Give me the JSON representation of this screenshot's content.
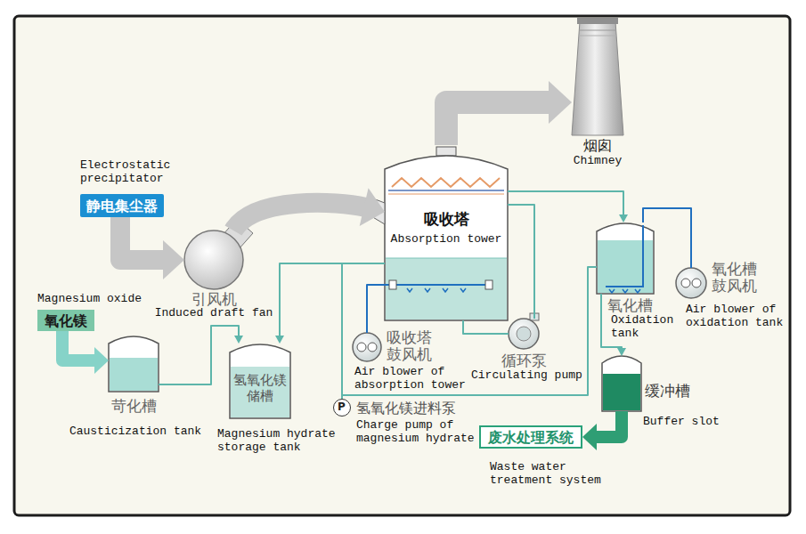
{
  "diagram": {
    "nodes": [
      {
        "text": [
          "Electrostatic precipitator",
          "静电集尘器"
        ]
      },
      {
        "text": [
          "引风机",
          "Induced draft fan"
        ]
      },
      {
        "text": [
          "吸收塔",
          "Absorption tower"
        ]
      },
      {
        "text": [
          "烟囱",
          "Chimney"
        ]
      },
      {
        "text": [
          "Magnesium oxide",
          "氧化镁"
        ]
      },
      {
        "text": [
          "苛化槽",
          "Causticization tank"
        ]
      },
      {
        "text": [
          "氢氧化镁 储槽",
          "Magnesium hydrate storage tank"
        ]
      },
      {
        "text": [
          "P",
          "氢氧化镁进料泵",
          "Charge pump of magnesium hydrate"
        ]
      },
      {
        "text": [
          "吸收塔 鼓风机",
          "Air blower of absorption tower"
        ]
      },
      {
        "text": [
          "循环泵",
          "Circulating pump"
        ]
      },
      {
        "text": [
          "氧化槽",
          "Oxidation tank"
        ]
      },
      {
        "text": [
          "氧化槽 鼓风机",
          "Air blower of oxidation tank"
        ]
      },
      {
        "text": [
          "缓冲槽",
          "Buffer slot"
        ]
      },
      {
        "text": [
          "废水处理系统",
          "Waste water treatment system"
        ]
      }
    ],
    "edges": [
      {
        "from": 0,
        "to": 1,
        "arrow": "to"
      },
      {
        "from": 1,
        "to": 2,
        "arrow": "to"
      },
      {
        "from": 2,
        "to": 3,
        "arrow": "to"
      },
      {
        "from": 4,
        "to": 5,
        "arrow": "to"
      },
      {
        "from": 5,
        "to": 6,
        "arrow": "to"
      },
      {
        "from": 7,
        "to": 6,
        "arrow": "to"
      },
      {
        "from": 7,
        "to": 2,
        "arrow": "none"
      },
      {
        "from": 7,
        "to": 10,
        "arrow": "none"
      },
      {
        "from": 8,
        "to": 2,
        "arrow": "none"
      },
      {
        "from": 2,
        "to": 9,
        "arrow": "none"
      },
      {
        "from": 9,
        "to": 2,
        "arrow": "none"
      },
      {
        "from": 2,
        "to": 10,
        "arrow": "to"
      },
      {
        "from": 11,
        "to": 10,
        "arrow": "none"
      },
      {
        "from": 10,
        "to": 12,
        "arrow": "to"
      },
      {
        "from": 12,
        "to": 13,
        "arrow": "to"
      }
    ]
  }
}
